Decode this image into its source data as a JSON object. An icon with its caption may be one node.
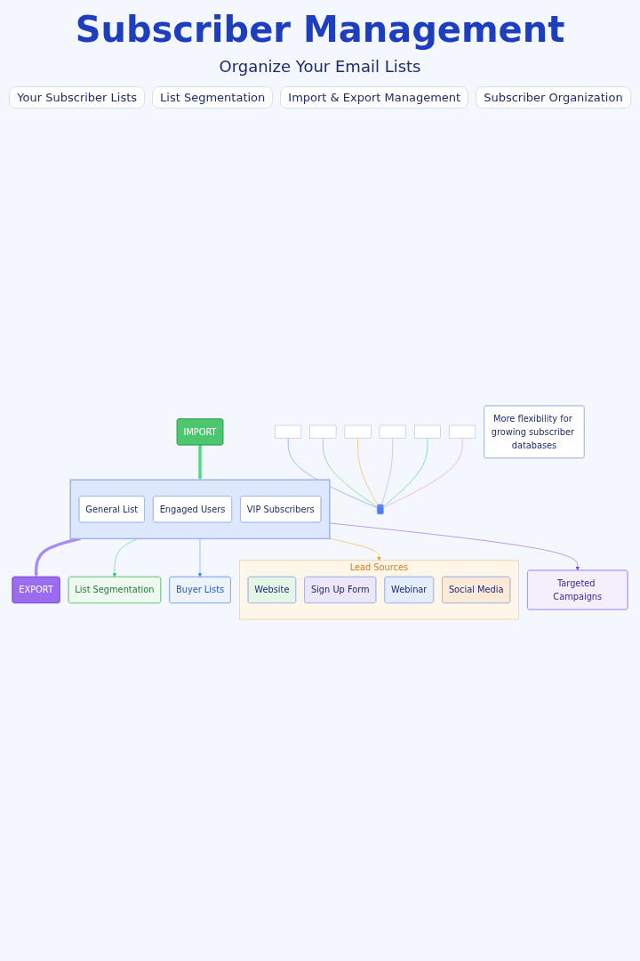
{
  "diagram": {
    "title": "Subscriber Management",
    "nodes": [
      {
        "text": [],
        "shape": "box"
      },
      {
        "text": [],
        "shape": "box"
      },
      {
        "text": [],
        "shape": "box"
      },
      {
        "text": [],
        "shape": "box"
      },
      {
        "text": [],
        "shape": "box"
      },
      {
        "text": [],
        "shape": "box"
      },
      {
        "text": [],
        "shape": "cylinder"
      },
      {
        "text": [
          "IMPORT"
        ]
      },
      {
        "text": [],
        "shape": "box"
      },
      {
        "text": [
          "General List"
        ],
        "in": 8
      },
      {
        "text": [
          "Engaged Users"
        ],
        "in": 8
      },
      {
        "text": [
          "VIP Subscribers"
        ],
        "in": 8
      },
      {
        "text": [
          "EXPORT"
        ]
      },
      {
        "text": [
          "List Segmentation"
        ]
      },
      {
        "text": [
          "Buyer Lists"
        ]
      },
      {
        "text": [
          "Lead Sources"
        ]
      },
      {
        "text": [
          "Website"
        ],
        "in": 15
      },
      {
        "text": [
          "Sign Up Form"
        ],
        "in": 15
      },
      {
        "text": [
          "Webinar"
        ],
        "in": 15
      },
      {
        "text": [
          "Social Media"
        ],
        "in": 15
      },
      {
        "text": [
          "Targeted Campaigns"
        ]
      },
      {
        "text": [
          "More flexibility for growing subscriber databases"
        ]
      }
    ],
    "edges": [
      {
        "from": 0,
        "to": 6,
        "arrow": "none",
        "color": "#3b82f6"
      },
      {
        "from": 1,
        "to": 6,
        "arrow": "none",
        "color": "#22c55e"
      },
      {
        "from": 2,
        "to": 6,
        "arrow": "none",
        "color": "#f59e0b"
      },
      {
        "from": 3,
        "to": 6,
        "arrow": "none",
        "color": "#a78bfa"
      },
      {
        "from": 4,
        "to": 6,
        "arrow": "none",
        "color": "#14b8a6"
      },
      {
        "from": 5,
        "to": 6,
        "arrow": "none",
        "color": "#f472b6"
      },
      {
        "from": 7,
        "to": 8,
        "arrow": "to",
        "style": "thick",
        "color": "#4ade80"
      },
      {
        "from": 8,
        "to": 12,
        "arrow": "to",
        "style": "thick",
        "color": "#a78bfa"
      },
      {
        "from": 8,
        "to": 13,
        "arrow": "to",
        "color": "#22c55e"
      },
      {
        "from": 8,
        "to": 14,
        "arrow": "to",
        "color": "#3b82f6"
      },
      {
        "from": 8,
        "to": 15,
        "arrow": "to",
        "color": "#f59e0b"
      },
      {
        "from": 8,
        "to": 20,
        "arrow": "to",
        "color": "#7c3aed"
      }
    ],
    "labels": [
      "Organize Your Email Lists",
      "Your Subscriber Lists",
      "List Segmentation",
      "Import & Export Management",
      "Subscriber Organization"
    ]
  }
}
